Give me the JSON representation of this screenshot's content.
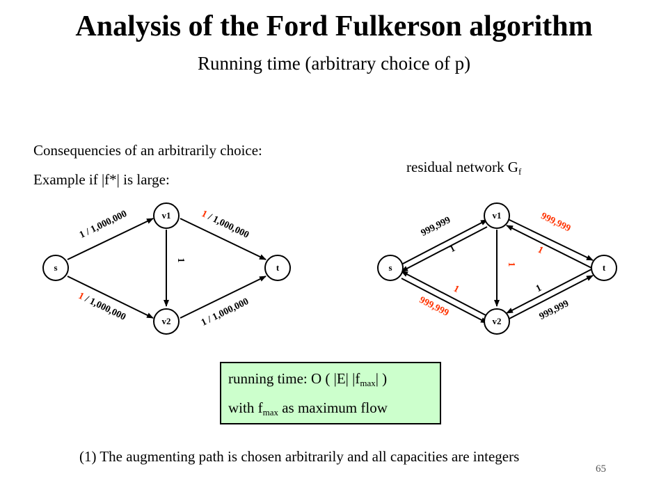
{
  "title": "Analysis of the Ford Fulkerson algorithm",
  "subtitle": "Running time (arbitrary choice of p)",
  "consequences_text": "Consequencies of an arbitrarily choice:",
  "example_text": "Example if |f*| is large:",
  "residual_label": "residual network G",
  "residual_sub": "f",
  "colors": {
    "red": "#ff3300",
    "box_fill": "#ccffcc",
    "black": "#000000"
  },
  "nodes": {
    "s": "s",
    "v1": "v1",
    "v2": "v2",
    "t": "t"
  },
  "left_graph": {
    "s_v1": "1 / 1,000,000",
    "v1_t_flow": "1",
    "v1_t_cap": " / 1,000,000",
    "s_v2_flow": "1",
    "s_v2_cap": " / 1,000,000",
    "v2_t": "1 / 1,000,000",
    "v1_v2": "1"
  },
  "right_graph": {
    "s_v1": "999,999",
    "v1_s": "1",
    "v1_t": "999,999",
    "t_v1": "1",
    "v2_s_back": "1",
    "s_v2": "999,999",
    "v2_t_back": "1",
    "v2_t": "999,999",
    "v1_v2": "1"
  },
  "box": {
    "line1_prefix": "running time: O ( |E| |f",
    "line1_sub": "max",
    "line1_suffix": "| )",
    "line2_prefix": "with f",
    "line2_sub": "max",
    "line2_suffix": " as maximum flow"
  },
  "footnote": "(1) The augmenting path is chosen arbitrarily and all capacities are integers",
  "page_number": "65"
}
